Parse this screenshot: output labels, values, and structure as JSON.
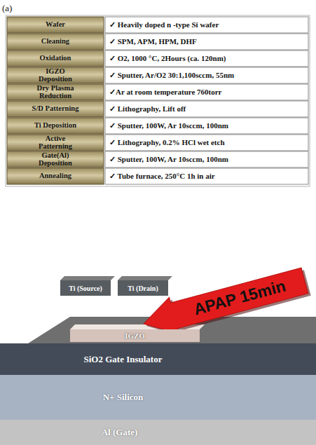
{
  "diagram": {
    "nodes": [
      {
        "text": [
          "Ti (Source)"
        ]
      },
      {
        "text": [
          "Ti (Drain)"
        ]
      },
      {
        "text": [
          "IGZO"
        ]
      },
      {
        "text": [
          "SiO2 Gate Insulator"
        ]
      },
      {
        "text": [
          "N+ Silicon"
        ]
      },
      {
        "text": [
          "Al (Gate)"
        ]
      }
    ],
    "labels": [
      "(a)",
      "Wafer",
      "✓ Heavily doped n -type Si wafer",
      "Cleaning",
      "✓ SPM, APM, HPM, DHF",
      "Oxidation",
      "✓ O2, 1000 °C, 2Hours (ca. 120nm)",
      "IGZO Deposition",
      "✓ Sputter, Ar/O2 30:1,100sccm, 55nm",
      "Dry Plasma Reduction",
      "✓Ar at room temperature 760torr",
      "S/D Patterning",
      "✓ Lithography, Lift off",
      "Ti Deposition",
      "✓ Sputter, 100W, Ar 10sccm, 100nm",
      "Active Patterning",
      "✓ Lithography, 0.2% HCl wet etch",
      "Gate(Al) Deposition",
      "✓ Sputter, 100W, Ar 10sccm, 100nm",
      "Annealing",
      "✓ Tube furnace, 250°C 1h in air",
      "APAP 15min"
    ]
  }
}
